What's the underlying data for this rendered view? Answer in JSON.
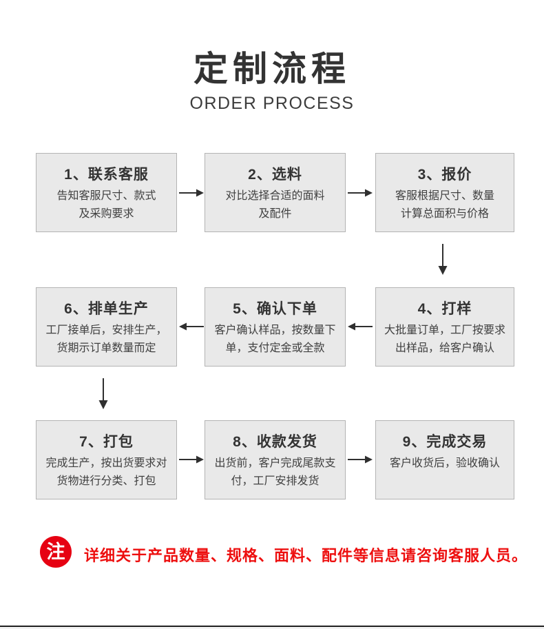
{
  "header": {
    "title": "定制流程",
    "subtitle": "ORDER PROCESS"
  },
  "flow": {
    "steps": [
      {
        "title": "1、联系客服",
        "line1": "告知客服尺寸、款式",
        "line2": "及采购要求"
      },
      {
        "title": "2、选料",
        "line1": "对比选择合适的面料",
        "line2": "及配件"
      },
      {
        "title": "3、报价",
        "line1": "客服根据尺寸、数量",
        "line2": "计算总面积与价格"
      },
      {
        "title": "4、打样",
        "line1": "大批量订单，工厂按要求",
        "line2": "出样品，给客户确认"
      },
      {
        "title": "5、确认下单",
        "line1": "客户确认样品，按数量下",
        "line2": "单，支付定金或全款"
      },
      {
        "title": "6、排单生产",
        "line1": "工厂接单后，安排生产，",
        "line2": "货期示订单数量而定"
      },
      {
        "title": "7、打包",
        "line1": "完成生产，按出货要求对",
        "line2": "货物进行分类、打包"
      },
      {
        "title": "8、收款发货",
        "line1": "出货前，客户完成尾款支",
        "line2": "付，工厂安排发货"
      },
      {
        "title": "9、完成交易",
        "line1": "客户收货后，验收确认",
        "line2": ""
      }
    ]
  },
  "note": {
    "badge": "注",
    "text": "详细关于产品数量、规格、面料、配件等信息请咨询客服人员。"
  },
  "icons": [
    "arrow-right-icon",
    "arrow-left-icon",
    "arrow-down-icon"
  ],
  "colors": {
    "title_text": "#333333",
    "box_background": "#e9e9e9",
    "box_border": "#b3b3b3",
    "body_text": "#404040",
    "arrow": "#2f2f2f",
    "note_red": "#e60112",
    "page_background": "#ffffff"
  }
}
